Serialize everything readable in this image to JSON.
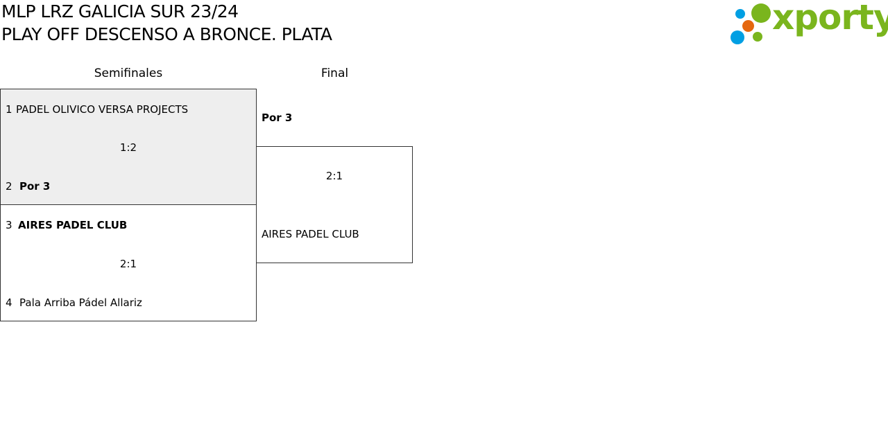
{
  "header": {
    "title_line1": "MLP LRZ GALICIA SUR 23/24",
    "title_line2": "PLAY OFF DESCENSO A BRONCE. PLATA",
    "logo_text": "xporty",
    "colors": {
      "green": "#7ab51d",
      "blue": "#009fe3",
      "orange": "#e5670f"
    }
  },
  "rounds": [
    {
      "label": "Semifinales"
    },
    {
      "label": "Final"
    }
  ],
  "semifinals": [
    {
      "team1_seed": "1",
      "team1": "PADEL OLIVICO VERSA PROJECTS",
      "score": "1:2",
      "team2_seed": "2",
      "team2": "Por 3"
    },
    {
      "team1_seed": "3",
      "team1": "AIRES PADEL CLUB",
      "score": "2:1",
      "team2_seed": "4",
      "team2": "Pala Arriba Pádel Allariz"
    }
  ],
  "final": {
    "team1": "Por 3",
    "score": "2:1",
    "team2": "AIRES PADEL CLUB"
  }
}
